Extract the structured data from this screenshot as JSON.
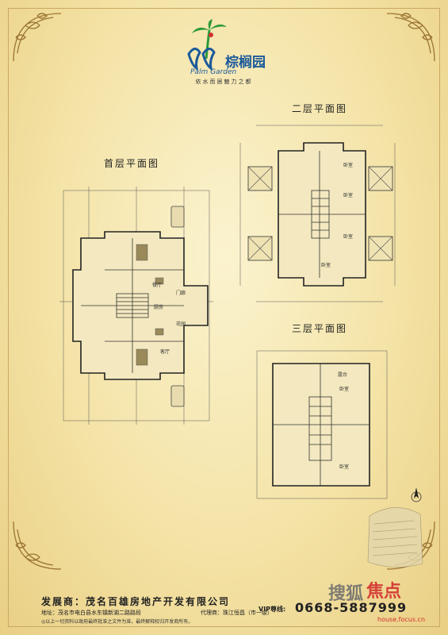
{
  "brand": {
    "name_cn": "棕榈园",
    "name_en": "Palm Garden",
    "slogan": "依水而居魅力之都"
  },
  "plans": {
    "ground": "首层平面图",
    "second": "二层平面图",
    "third": "三层平面图"
  },
  "rooms": {
    "bedroom": "卧室",
    "living": "客厅",
    "dining": "餐厅",
    "hall": "门廊",
    "garden": "花园",
    "kitchen": "厨房",
    "terrace": "露台"
  },
  "footer": {
    "developer": "发展商：茂名百雄房地产开发有限公司",
    "address": "地址：茂名市电白县水东镇新湖二路路段",
    "agent": "代理商：珠江恒昌（市一级）",
    "disclaimer": "◎以上一切资料以政府最终批准之文件为准，最终解释权归开发商所有。",
    "vip_label": "VIP尊线:",
    "vip_number": "0668-5887999"
  },
  "watermark": {
    "text1": "搜狐",
    "text2": "焦点",
    "url": "house.focus.cn"
  },
  "colors": {
    "logo_blue": "#1b5a9a",
    "logo_green": "#2e9a3a",
    "logo_red": "#d3322f",
    "watermark_red": "#d32f2f"
  }
}
